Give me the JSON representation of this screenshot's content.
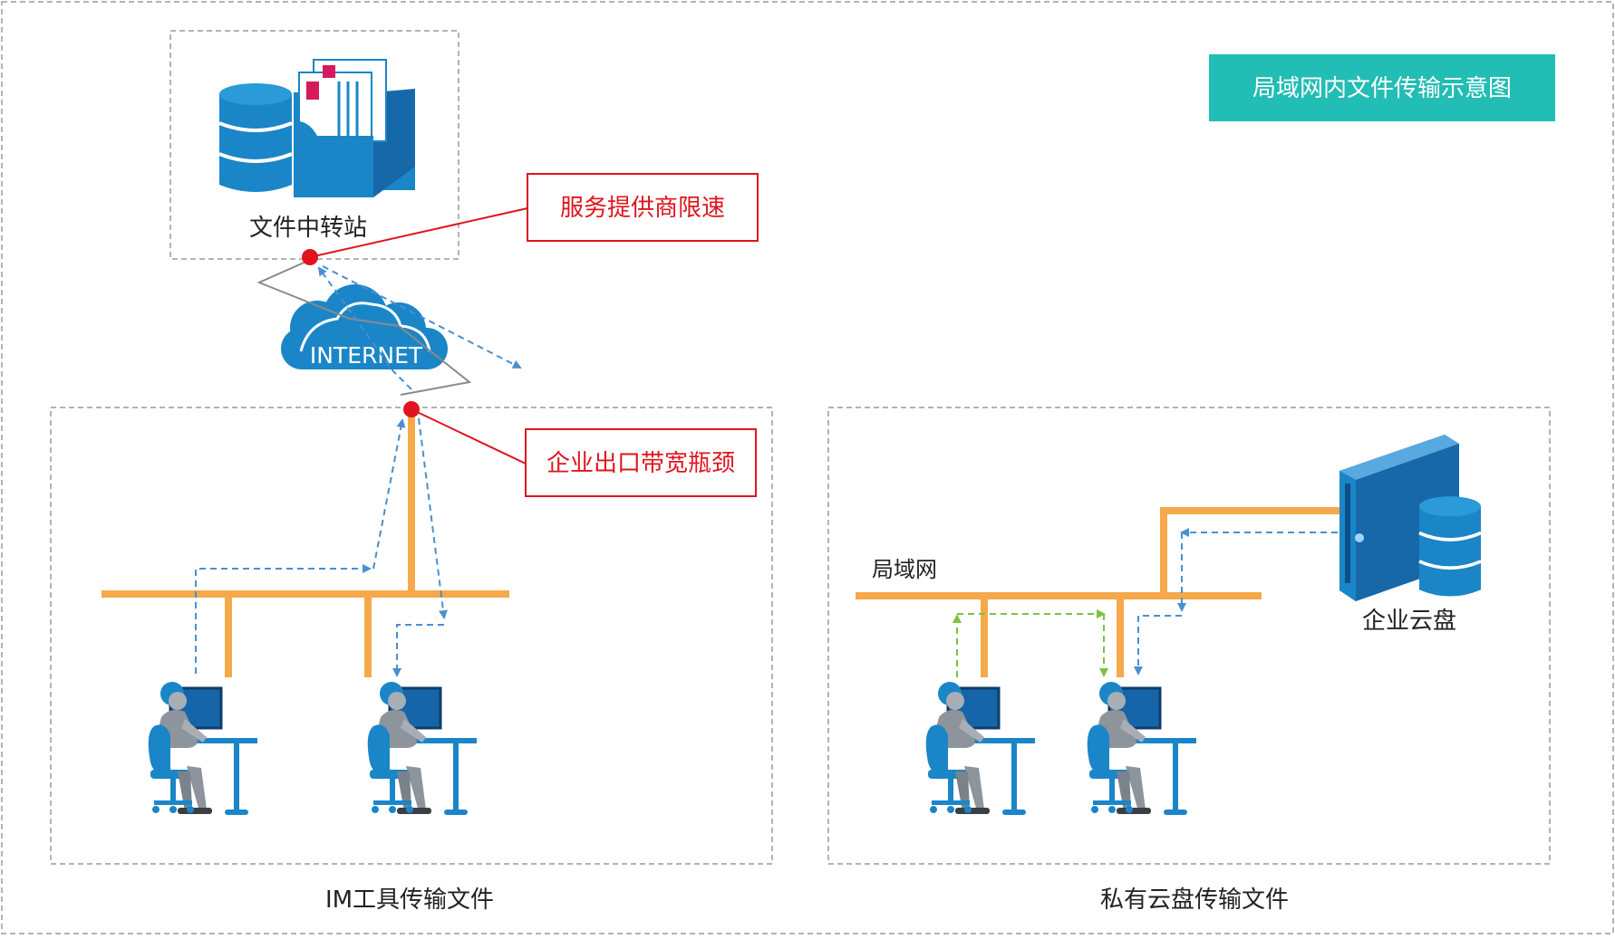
{
  "title": "局域网内文件传输示意图",
  "relay": {
    "label": "文件中转站"
  },
  "internet": {
    "label": "INTERNET"
  },
  "callouts": {
    "provider_limit": "服务提供商限速",
    "egress_bottleneck": "企业出口带宽瓶颈"
  },
  "lan": {
    "label": "局域网"
  },
  "cloud_disk": {
    "label": "企业云盘"
  },
  "captions": {
    "left": "IM工具传输文件",
    "right": "私有云盘传输文件"
  },
  "colors": {
    "accent": "#22bdb4",
    "bus": "#f5a94a",
    "callout_red": "#e0141e",
    "flow_blue": "#4a8fd0",
    "flow_green": "#7dc242",
    "device_blue": "#1a86c8",
    "frame_gray": "#9a9a9a"
  },
  "icons": {
    "relay": "database-and-file-folder-icon",
    "internet": "cloud-icon",
    "cloud_disk": "server-with-database-icon",
    "users": "person-at-computer-icon"
  }
}
